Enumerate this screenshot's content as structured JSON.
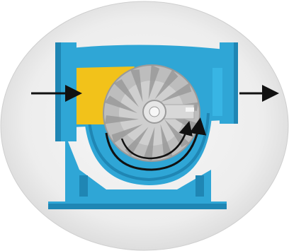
{
  "diagram": {
    "components": [
      {
        "id": "pump-housing",
        "color": "#2fa6d6"
      },
      {
        "id": "inlet-chamber",
        "color": "#f2c21a"
      },
      {
        "id": "impeller-rotor",
        "color": "#bdbdbd"
      },
      {
        "id": "drive-shaft",
        "color": "#e6e6e6"
      },
      {
        "id": "flow-channel",
        "color": "#2fa6d6"
      }
    ],
    "arrows": [
      {
        "id": "inlet-flow-arrow",
        "direction": "right"
      },
      {
        "id": "outlet-flow-arrow",
        "direction": "right"
      },
      {
        "id": "circulation-arrow-outer",
        "direction": "clockwise"
      },
      {
        "id": "circulation-arrow-inner",
        "direction": "clockwise"
      }
    ],
    "colors": {
      "backdrop": "#ededed",
      "housing": "#2fa6d6",
      "housing_dark": "#1f86b4",
      "inlet": "#f2c21a",
      "impeller": "#bdbdbd",
      "impeller_shadow": "#9a9a9a",
      "arrow": "#111111"
    }
  }
}
